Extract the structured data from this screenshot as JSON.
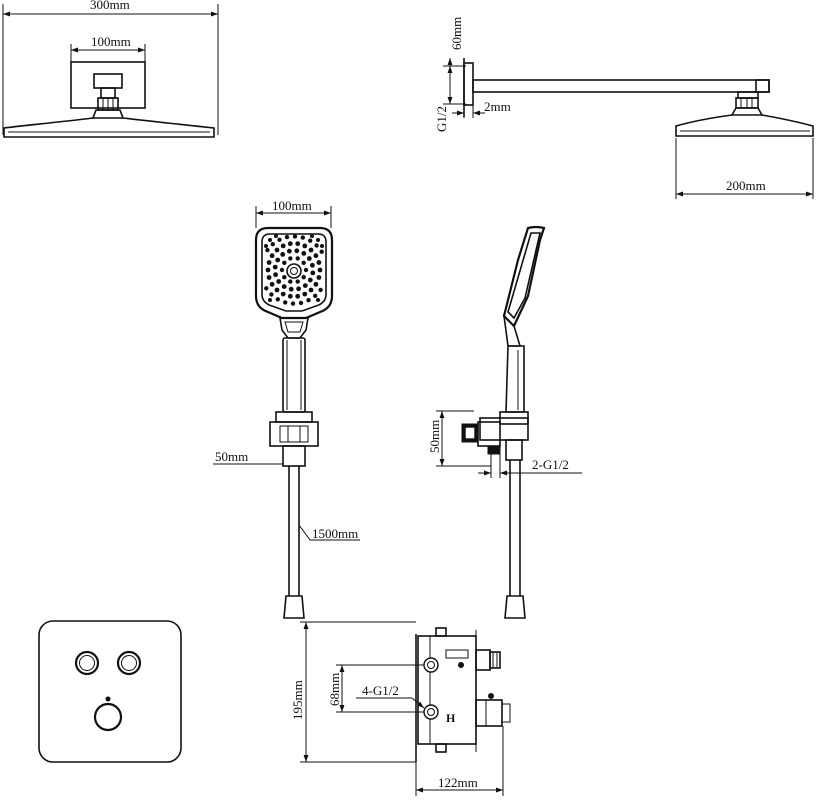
{
  "dimensions": {
    "shower_head_width": "300mm",
    "shower_head_mount_width": "100mm",
    "arm_drop": "60mm",
    "arm_thread": "G1/2",
    "wall_gap": "2mm",
    "arm_length": "200mm",
    "hand_shower_width": "100mm",
    "hose_bracket_offset": "50mm",
    "hose_length": "1500mm",
    "elbow_height": "50mm",
    "elbow_thread": "2-G1/2",
    "valve_height": "195mm",
    "valve_port_spacing": "68mm",
    "valve_threads": "4-G1/2",
    "valve_depth": "122mm"
  },
  "valve_marks": {
    "hot_label": "H"
  },
  "colors": {
    "line": "#111111",
    "background": "#ffffff"
  }
}
